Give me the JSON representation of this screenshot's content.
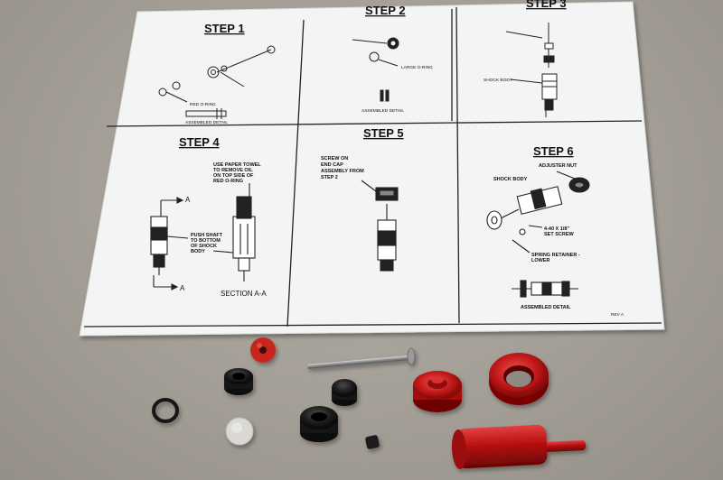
{
  "instruction_sheet": {
    "panels": [
      {
        "title": "STEP 1",
        "labels": [
          "RED O-RING",
          "ASSEMBLED DETAIL"
        ]
      },
      {
        "title": "STEP 2",
        "labels": [
          "LARGE O-RING",
          "ASSEMBLED DETAIL"
        ]
      },
      {
        "title": "STEP 3",
        "labels": [
          "SHOCK BODY"
        ]
      },
      {
        "title": "STEP 4",
        "labels": [
          "USE PAPER TOWEL",
          "TO REMOVE OIL",
          "ON TOP SIDE OF",
          "RED O-RING",
          "PUSH SHAFT",
          "TO BOTTOM",
          "OF SHOCK",
          "BODY",
          "SECTION A-A",
          "A",
          "A"
        ]
      },
      {
        "title": "STEP 5",
        "labels": [
          "SCREW ON",
          "END CAP",
          "ASSEMBLY FROM",
          "STEP 2"
        ]
      },
      {
        "title": "STEP 6",
        "labels": [
          "ADJUSTER NUT",
          "SHOCK BODY",
          "4-40 X 1/8\"",
          "SET SCREW",
          "SPRING RETAINER -",
          "LOWER",
          "ASSEMBLED DETAIL",
          "REV A"
        ]
      }
    ]
  },
  "colors": {
    "background": "#a39e96",
    "paper": "#f3f5f4",
    "anodized_red": "#c41a1a",
    "black_part": "#161616"
  }
}
